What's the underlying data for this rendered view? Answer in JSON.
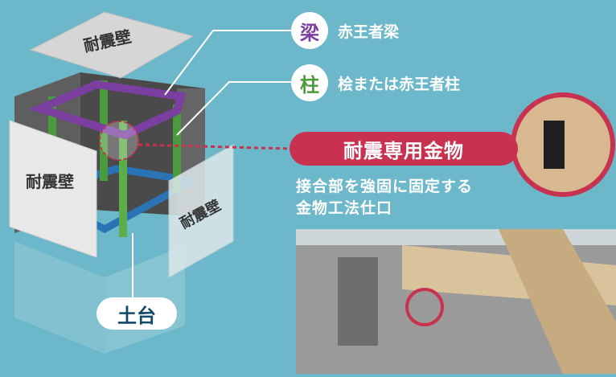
{
  "walls": {
    "top": "耐震壁",
    "left": "耐震壁",
    "right": "耐震壁"
  },
  "legend": {
    "beam": {
      "badge": "梁",
      "text": "赤王者梁",
      "color": "#7b3fa0"
    },
    "column": {
      "badge": "柱",
      "text": "桧または赤王者柱",
      "color": "#4b9a3d"
    }
  },
  "hardware": {
    "label": "耐震専用金物",
    "desc_line1": "接合部を強固に固定する",
    "desc_line2": "金物工法仕口",
    "accent": "#c8314f"
  },
  "sill": {
    "label": "土台",
    "color": "#2a73b4"
  }
}
